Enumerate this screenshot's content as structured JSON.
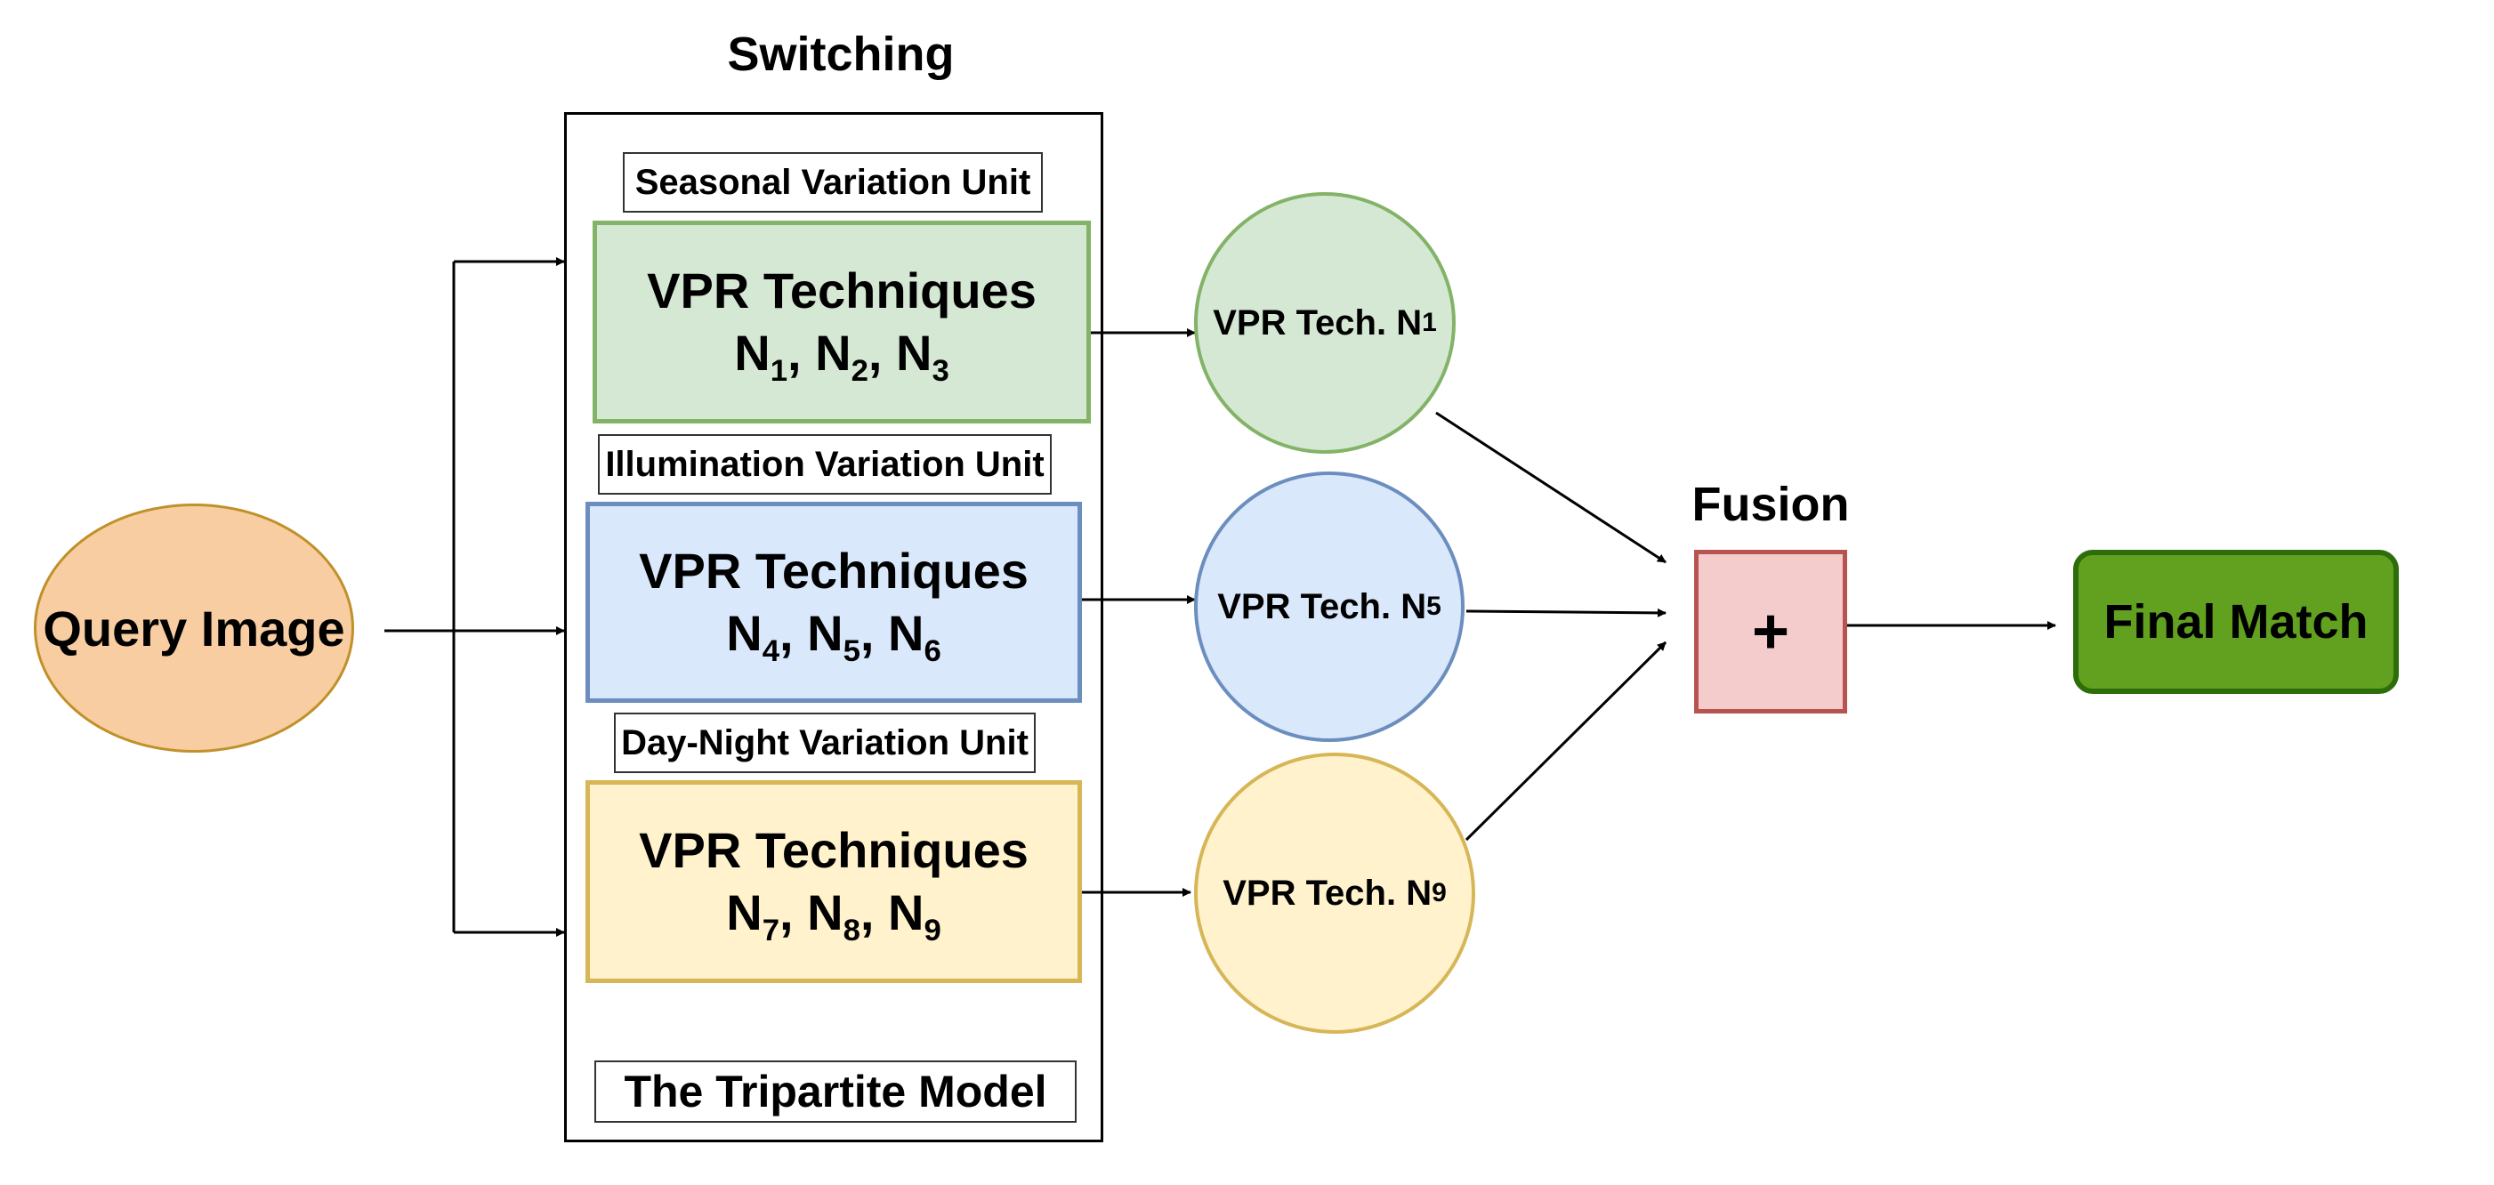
{
  "switching_heading": "Switching",
  "fusion_heading": "Fusion",
  "query": {
    "label": "Query Image"
  },
  "units": [
    {
      "label": "Seasonal Variation Unit",
      "title": "VPR Techniques",
      "techs": [
        "1",
        "2",
        "3"
      ],
      "fill": "#d5e8d4",
      "stroke": "#82b366"
    },
    {
      "label": "Illumination Variation Unit",
      "title": "VPR Techniques",
      "techs": [
        "4",
        "5",
        "6"
      ],
      "fill": "#dae8fc",
      "stroke": "#6c8ebf"
    },
    {
      "label": "Day-Night Variation Unit",
      "title": "VPR Techniques",
      "techs": [
        "7",
        "8",
        "9"
      ],
      "fill": "#fff2cc",
      "stroke": "#d6b656"
    }
  ],
  "selected": [
    {
      "prefix": "VPR Tech. N",
      "sub": "1"
    },
    {
      "prefix": "VPR Tech. N",
      "sub": "5"
    },
    {
      "prefix": "VPR Tech. N",
      "sub": "9"
    }
  ],
  "fusion": {
    "symbol": "+"
  },
  "final": {
    "label": "Final Match"
  },
  "model": {
    "label": "The Tripartite Model"
  },
  "colors": {
    "query_fill": "#f8cda2",
    "fusion_fill": "#f4cccc",
    "fusion_stroke": "#b85450",
    "final_fill": "#62a01f",
    "final_stroke": "#2e6e0a"
  }
}
